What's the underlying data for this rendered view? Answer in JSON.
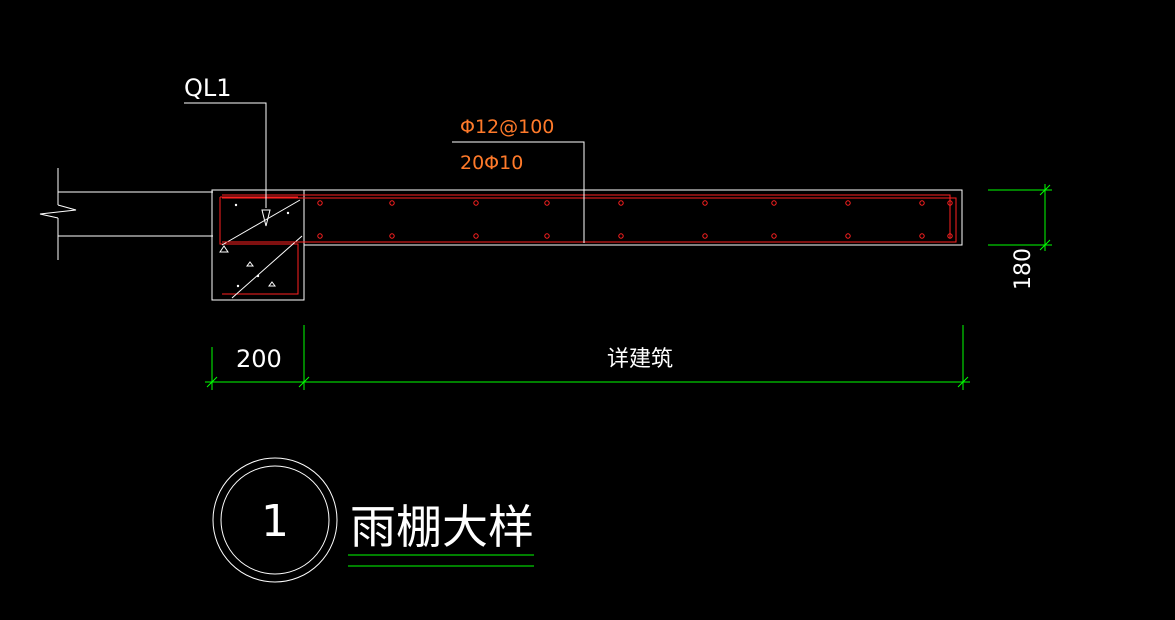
{
  "labels": {
    "beam_tag": "QL1",
    "rebar_main": "Φ12@100",
    "rebar_dist": "20Φ10",
    "dim_height": "180",
    "dim_width": "200",
    "dim_note": "详建筑",
    "detail_number": "1",
    "detail_title": "雨棚大样"
  },
  "colors": {
    "background": "#000000",
    "outline": "#ffffff",
    "rebar": "#ff2020",
    "dimension": "#00ff00",
    "rebar_text": "#ff7a2a"
  }
}
